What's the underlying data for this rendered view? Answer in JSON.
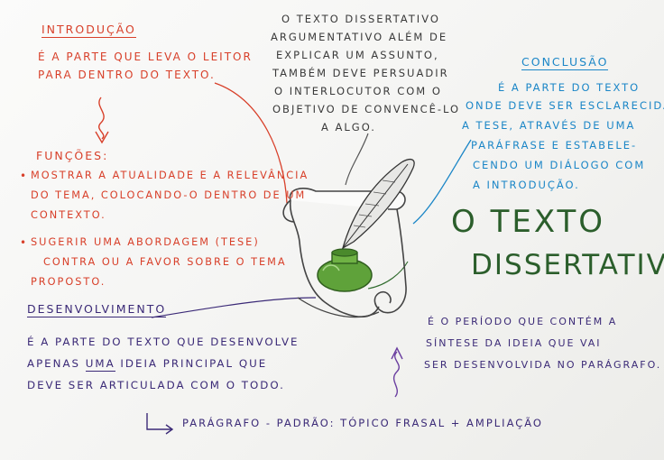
{
  "title": {
    "line1": "O TEXTO",
    "line2": "DISSERTATIVO"
  },
  "intro_center": {
    "lines": [
      "O TEXTO DISSERTATIVO",
      "ARGUMENTATIVO ALÉM DE",
      "EXPLICAR UM ASSUNTO,",
      "TAMBÉM DEVE PERSUADIR",
      "O INTERLOCUTOR COM O",
      "OBJETIVO DE CONVENCÊ-LO",
      "A ALGO."
    ]
  },
  "introducao": {
    "heading": "INTRODUÇÃO",
    "lines": [
      "É A PARTE QUE LEVA O LEITOR",
      "PARA DENTRO DO TEXTO."
    ]
  },
  "funcoes": {
    "heading": "FUNÇÕES:",
    "lines": [
      "MOSTRAR A ATUALIDADE E A RELEVÂNCIA",
      "DO TEMA, COLOCANDO-O DENTRO DE UM",
      "CONTEXTO.",
      "SUGERIR UMA ABORDAGEM (TESE)",
      "CONTRA OU A FAVOR SOBRE O TEMA",
      "PROPOSTO."
    ]
  },
  "conclusao": {
    "heading": "CONCLUSÃO",
    "lines": [
      "É A PARTE DO TEXTO",
      "ONDE DEVE SER ESCLARECIDA",
      "A TESE, ATRAVÉS DE UMA",
      "PARÁFRASE E ESTABELE-",
      "CENDO UM DIÁLOGO COM",
      "A INTRODUÇÃO."
    ]
  },
  "desenvolvimento": {
    "heading": "DESENVOLVIMENTO",
    "lines_pre": "É A PARTE DO TEXTO QUE DESENVOLVE",
    "line2_a": "APENAS",
    "line2_b": "UMA",
    "line2_c": "IDEIA PRINCIPAL QUE",
    "line3": "DEVE SER ARTICULADA COM O TODO."
  },
  "paragrafo": {
    "lines": [
      "É O PERÍODO QUE CONTÉM A",
      "SÍNTESE DA IDEIA QUE VAI",
      "SER DESENVOLVIDA NO PARÁGRAFO."
    ]
  },
  "padrao": {
    "text": "PARÁGRAFO - PADRÃO: TÓPICO FRASAL + AMPLIAÇÃO"
  },
  "colors": {
    "red": "#d8402a",
    "blue": "#1b86c7",
    "purple": "#3b2a77",
    "green": "#2f6b2d",
    "ink": "#3a3a3a"
  },
  "icons": [
    "scroll-icon",
    "quill-icon",
    "inkwell-icon"
  ]
}
